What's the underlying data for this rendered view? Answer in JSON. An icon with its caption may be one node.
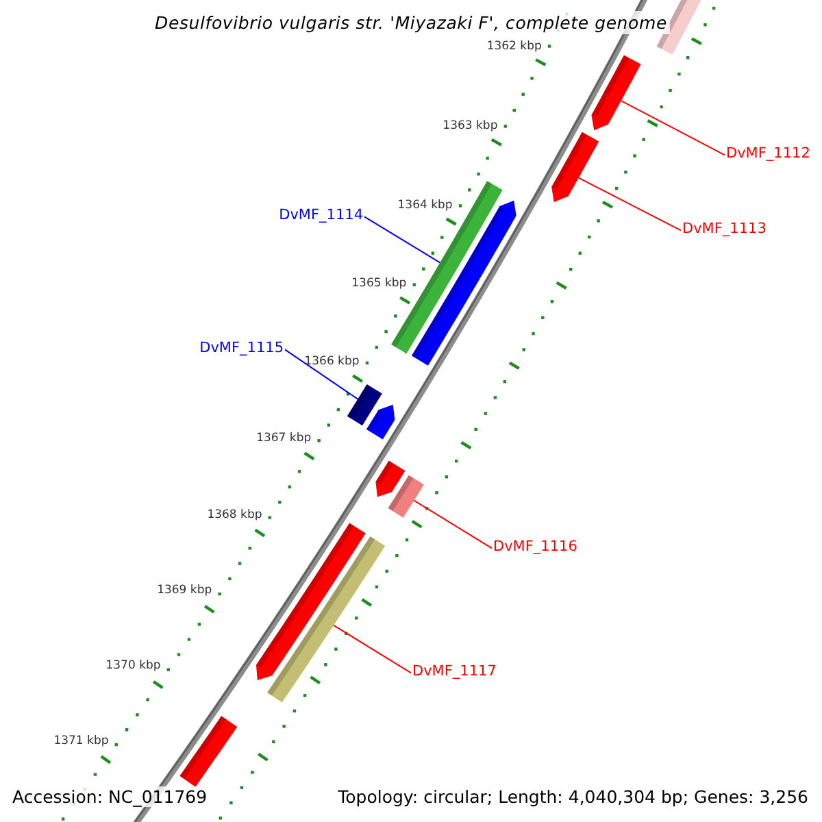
{
  "diagram": {
    "title": "Desulfovibrio vulgaris str. 'Miyazaki F', complete genome",
    "nodes": [
      {
        "text": [],
        "shape": "bar"
      },
      {
        "text": [],
        "shape": "arrow"
      },
      {
        "text": [
          "DvMF_1112"
        ]
      },
      {
        "text": [],
        "shape": "arrow"
      },
      {
        "text": [
          "DvMF_1113"
        ]
      },
      {
        "text": [
          "DvMF_1114"
        ]
      },
      {
        "text": [],
        "shape": "bar"
      },
      {
        "text": [],
        "shape": "arrow"
      },
      {
        "text": [
          "DvMF_1115"
        ]
      },
      {
        "text": [],
        "shape": "bar"
      },
      {
        "text": [],
        "shape": "arrow"
      },
      {
        "text": [],
        "shape": "arrow"
      },
      {
        "text": [],
        "shape": "bar"
      },
      {
        "text": [
          "DvMF_1116"
        ]
      },
      {
        "text": [],
        "shape": "arrow"
      },
      {
        "text": [],
        "shape": "bar"
      },
      {
        "text": [
          "DvMF_1117"
        ]
      },
      {
        "text": [],
        "shape": "bar"
      }
    ],
    "edges": [
      {
        "from": 2,
        "to": 1,
        "arrow": "none"
      },
      {
        "from": 4,
        "to": 3,
        "arrow": "none"
      },
      {
        "from": 5,
        "to": 6,
        "arrow": "none",
        "color": "#0000ff"
      },
      {
        "from": 8,
        "to": 9,
        "arrow": "none",
        "color": "#0000ff"
      },
      {
        "from": 13,
        "to": 12,
        "arrow": "none"
      },
      {
        "from": 16,
        "to": 15,
        "arrow": "none"
      }
    ],
    "labels": [
      "1362 kbp",
      "1363 kbp",
      "1364 kbp",
      "1365 kbp",
      "1366 kbp",
      "1367 kbp",
      "1368 kbp",
      "1369 kbp",
      "1370 kbp",
      "1371 kbp",
      "Accession: NC_011769",
      "Topology: circular; Length: 4,040,304 bp; Genes: 3,256"
    ]
  }
}
